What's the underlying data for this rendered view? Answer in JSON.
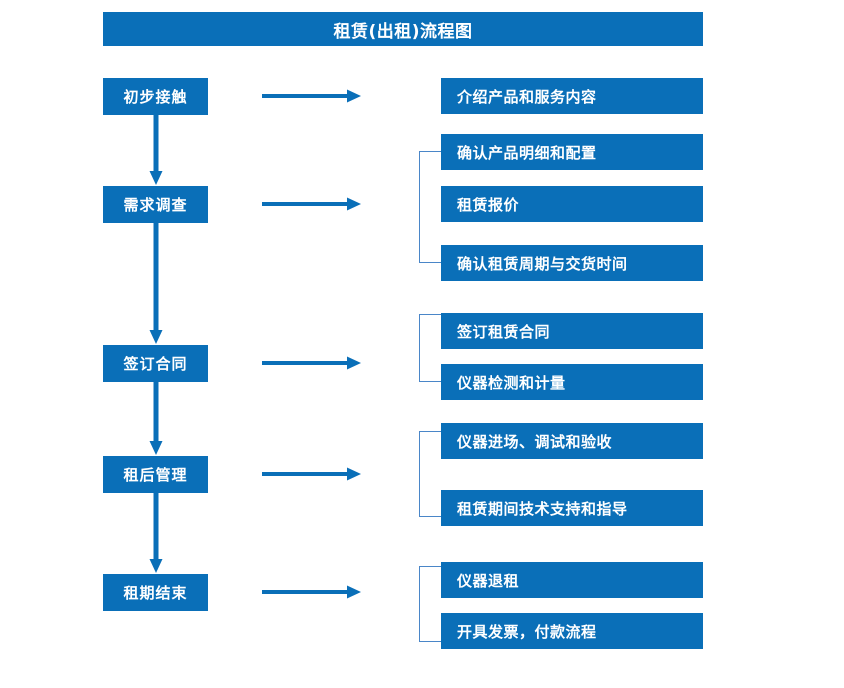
{
  "diagram": {
    "title": "租赁(出租)流程图",
    "accent_color": "#0a6fb8",
    "bracket_color": "#4a86c8",
    "text_color": "#ffffff",
    "background_color": "#ffffff",
    "stages": [
      {
        "label": "初步接触"
      },
      {
        "label": "需求调查"
      },
      {
        "label": "签订合同"
      },
      {
        "label": "租后管理"
      },
      {
        "label": "租期结束"
      }
    ],
    "tasks": [
      {
        "label": "介绍产品和服务内容"
      },
      {
        "label": "确认产品明细和配置"
      },
      {
        "label": "租赁报价"
      },
      {
        "label": "确认租赁周期与交货时间"
      },
      {
        "label": "签订租赁合同"
      },
      {
        "label": "仪器检测和计量"
      },
      {
        "label": "仪器进场、调试和验收"
      },
      {
        "label": "租赁期间技术支持和指导"
      },
      {
        "label": "仪器退租"
      },
      {
        "label": "开具发票，付款流程"
      }
    ],
    "groups": [
      {
        "stage": "初步接触",
        "tasks": [
          "介绍产品和服务内容"
        ]
      },
      {
        "stage": "需求调查",
        "tasks": [
          "确认产品明细和配置",
          "租赁报价",
          "确认租赁周期与交货时间"
        ]
      },
      {
        "stage": "签订合同",
        "tasks": [
          "签订租赁合同",
          "仪器检测和计量"
        ]
      },
      {
        "stage": "租后管理",
        "tasks": [
          "仪器进场、调试和验收",
          "租赁期间技术支持和指导"
        ]
      },
      {
        "stage": "租期结束",
        "tasks": [
          "仪器退租",
          "开具发票，付款流程"
        ]
      }
    ],
    "connectors": {
      "horizontal_arrow": "right-arrow",
      "vertical_arrow": "down-arrow",
      "group_bracket": "bracket-line"
    }
  }
}
